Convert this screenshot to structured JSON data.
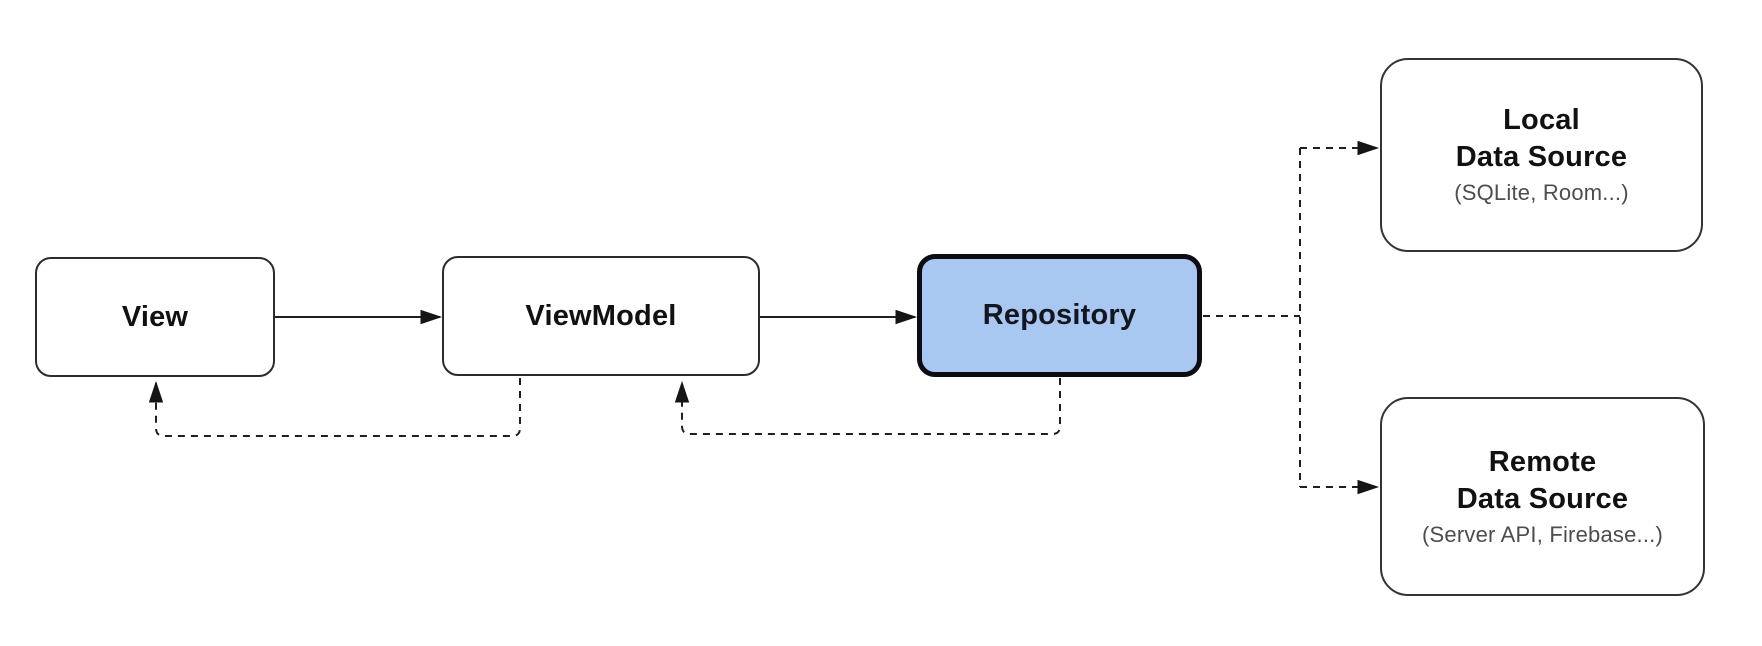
{
  "diagram": {
    "type": "architecture-flow",
    "background": "#ffffff",
    "colors": {
      "node_fill": "#ffffff",
      "node_border": "#2b2b2b",
      "repository_fill": "#a8c7f1",
      "repository_border": "#0c0c12",
      "label_text": "#111111",
      "sublabel_text": "#4d4d4d",
      "connector": "#1f1f1f"
    },
    "nodes": {
      "view": {
        "label": "View"
      },
      "viewmodel": {
        "label": "ViewModel"
      },
      "repository": {
        "label": "Repository"
      },
      "local_data_source": {
        "title_line1": "Local",
        "title_line2": "Data Source",
        "sublabel": "(SQLite, Room...)"
      },
      "remote_data_source": {
        "title_line1": "Remote",
        "title_line2": "Data Source",
        "sublabel": "(Server API, Firebase...)"
      }
    },
    "connectors": [
      {
        "from": "view",
        "to": "viewmodel",
        "style": "solid",
        "arrowhead": "filled"
      },
      {
        "from": "viewmodel",
        "to": "repository",
        "style": "solid",
        "arrowhead": "filled"
      },
      {
        "from": "viewmodel",
        "to": "view",
        "style": "dashed",
        "arrowhead": "filled"
      },
      {
        "from": "repository",
        "to": "viewmodel",
        "style": "dashed",
        "arrowhead": "filled"
      },
      {
        "from": "repository",
        "to": "local_data_source",
        "style": "dashed",
        "arrowhead": "filled"
      },
      {
        "from": "repository",
        "to": "remote_data_source",
        "style": "dashed",
        "arrowhead": "filled"
      }
    ]
  }
}
